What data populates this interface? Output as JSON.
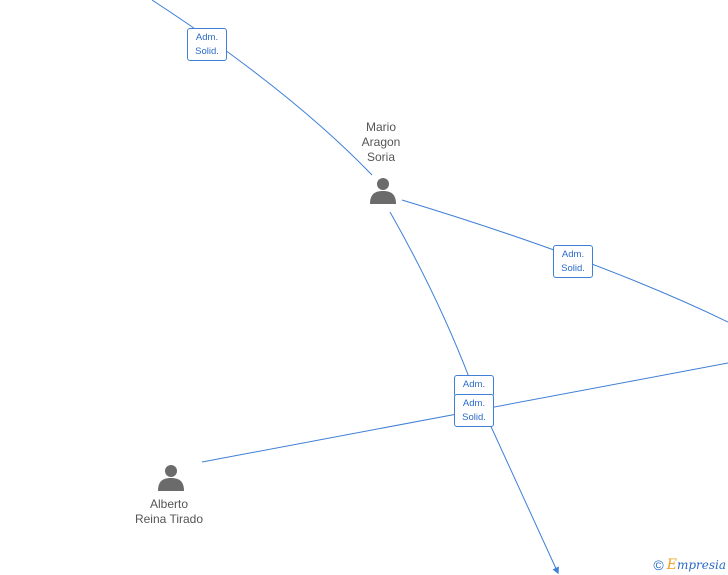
{
  "nodes": {
    "mario": {
      "name_line1": "Mario",
      "name_line2": "Aragon",
      "name_line3": "Soria",
      "icon": "person-icon"
    },
    "alberto": {
      "name_line1": "Alberto",
      "name_line2": "Reina Tirado",
      "icon": "person-icon"
    }
  },
  "edge_labels": {
    "top_left": {
      "line1": "Adm.",
      "line2": "Solid."
    },
    "right": {
      "line1": "Adm.",
      "line2": "Solid."
    },
    "center_back": {
      "line1": "Adm."
    },
    "center_front": {
      "line1": "Adm.",
      "line2": "Solid."
    }
  },
  "colors": {
    "edge": "#3f7fd6",
    "icon": "#6b6b6b",
    "label_text": "#555555"
  },
  "watermark": {
    "copyright": "©",
    "brand_initial": "E",
    "brand_rest": "mpresia"
  }
}
